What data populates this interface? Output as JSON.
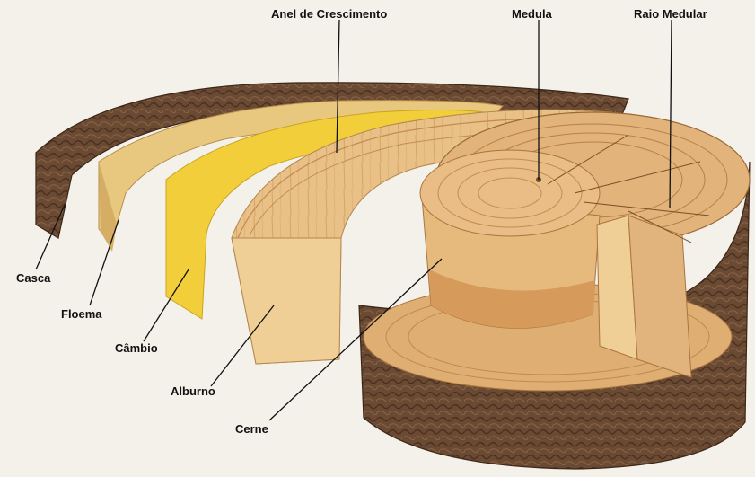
{
  "labels": {
    "anel": "Anel de Crescimento",
    "medula": "Medula",
    "raio": "Raio Medular",
    "casca": "Casca",
    "floema": "Floema",
    "cambio": "Câmbio",
    "alburno": "Alburno",
    "cerne": "Cerne"
  },
  "colors": {
    "bark": "#6b4a33",
    "bark_dark": "#4a3020",
    "phloem": "#e8c77e",
    "cambium": "#f2cf3a",
    "sapwood": "#e9c086",
    "heartwood": "#dba76a",
    "ring": "#b07a45",
    "background": "#f4f1ea"
  }
}
